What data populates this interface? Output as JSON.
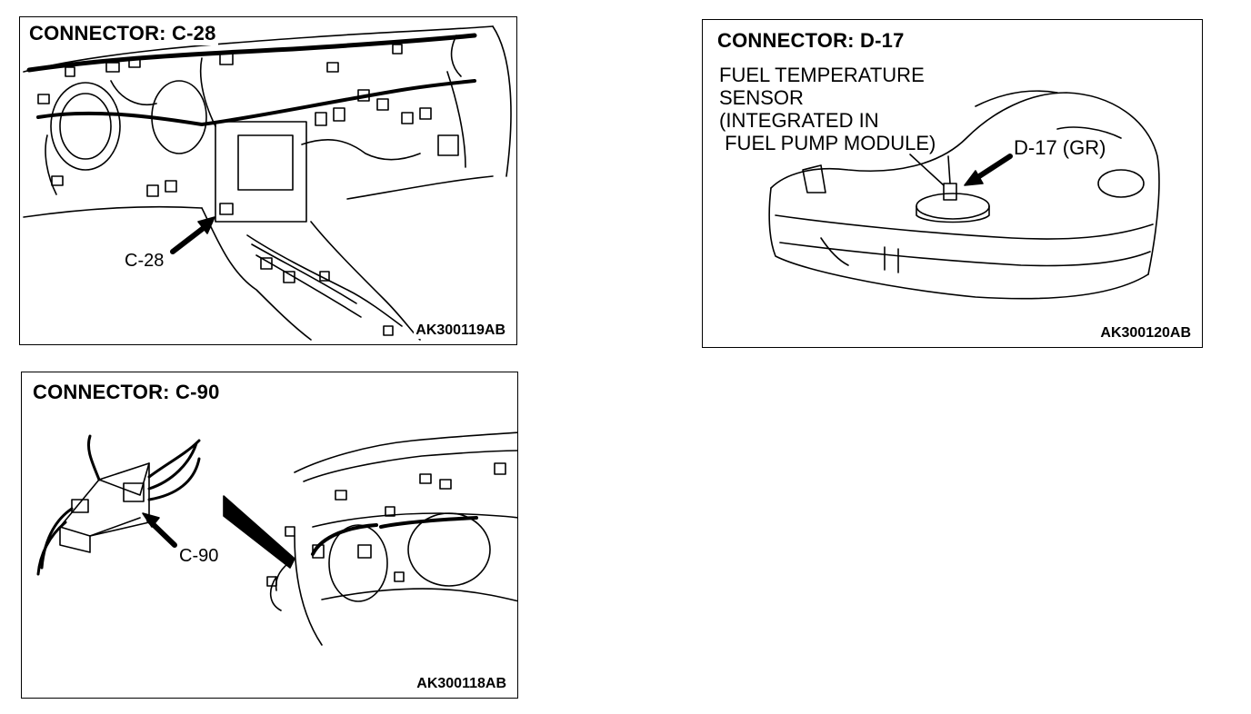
{
  "panels": [
    {
      "title": "CONNECTOR: C-28",
      "callout": "C-28",
      "figure_code": "AK300119AB"
    },
    {
      "title": "CONNECTOR: D-17",
      "description": [
        "FUEL TEMPERATURE",
        "SENSOR",
        "(INTEGRATED IN",
        " FUEL PUMP MODULE)"
      ],
      "callout": "D-17 (GR)",
      "figure_code": "AK300120AB"
    },
    {
      "title": "CONNECTOR: C-90",
      "callout": "C-90",
      "figure_code": "AK300118AB"
    }
  ]
}
